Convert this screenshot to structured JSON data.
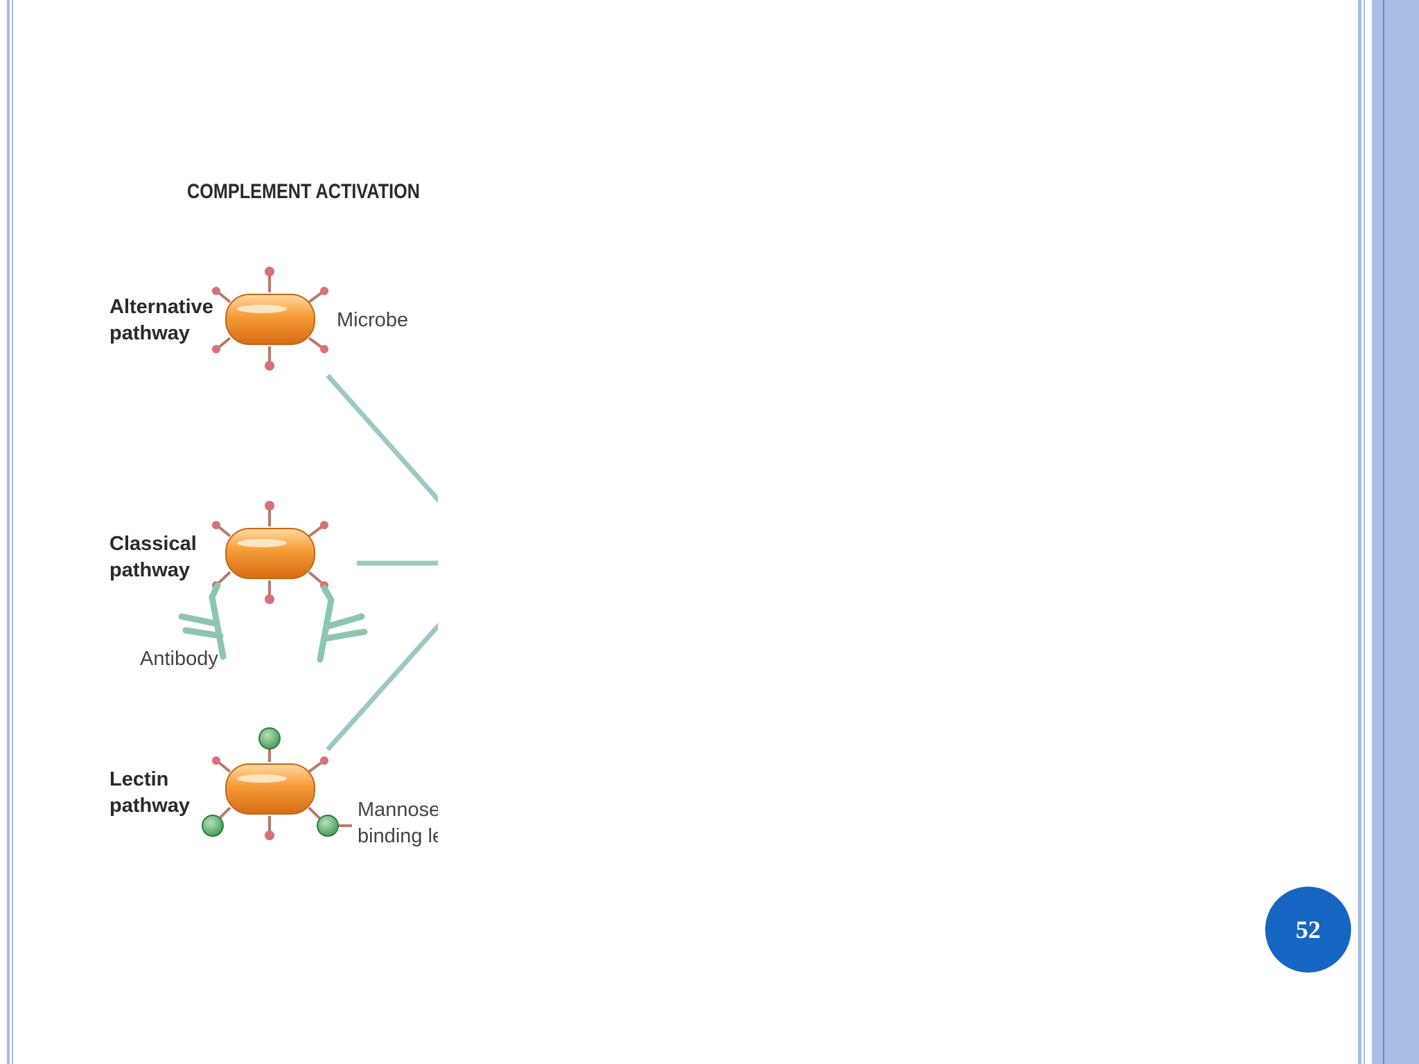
{
  "slide": {
    "page_number": "52",
    "colors": {
      "border": "#a9bde3",
      "border_dark": "#5f86cf",
      "badge": "#1566c2",
      "microbe": "#f0922e",
      "connector": "#9cc8c4"
    }
  },
  "figure": {
    "title": "COMPLEMENT ACTIVATION",
    "alternative": {
      "label_line1": "Alternative",
      "label_line2": "pathway",
      "microbe_label": "Microbe"
    },
    "classical": {
      "label_line1": "Classical",
      "label_line2": "pathway",
      "antibody_label": "Antibody"
    },
    "lectin": {
      "label_line1": "Lectin",
      "label_line2": "pathway",
      "mbl_line1": "Mannose-",
      "mbl_line2": "binding lec"
    }
  }
}
